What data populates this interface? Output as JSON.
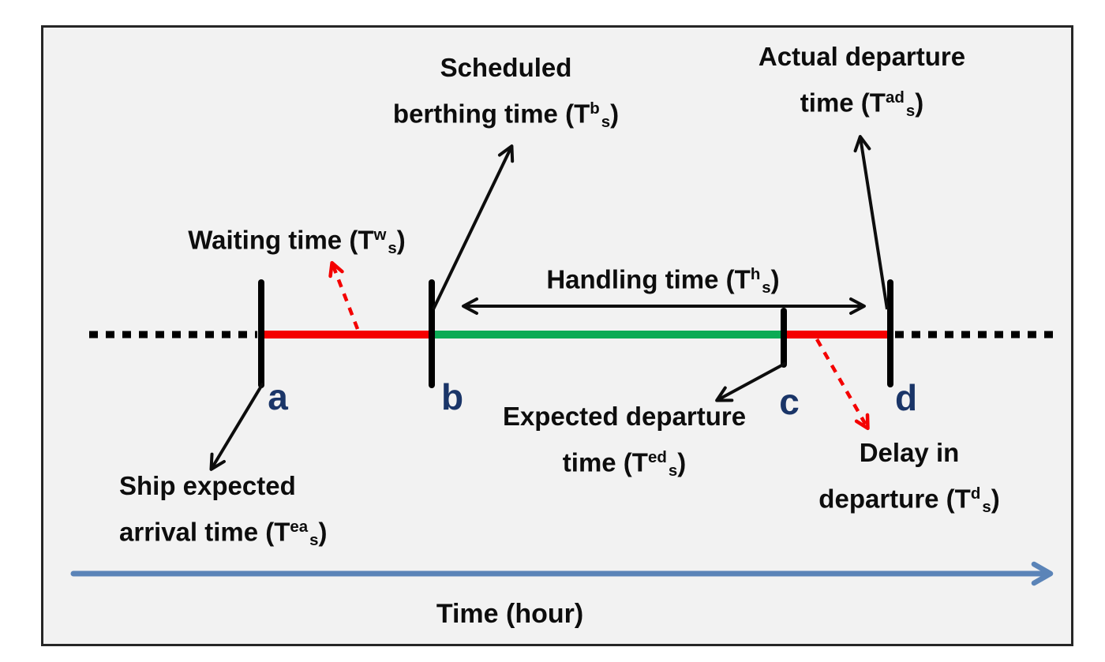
{
  "figure": {
    "type": "timeline-diagram",
    "description_labels": {
      "scheduled_berthing": {
        "line1": "Scheduled",
        "line2_pre": "berthing time (T",
        "sup": "b",
        "sub": "s",
        "close": ")"
      },
      "actual_departure": {
        "line1": "Actual departure",
        "line2_pre": "time (T",
        "sup": "ad",
        "sub": "s",
        "close": ")"
      },
      "waiting": {
        "pre": "Waiting time (T",
        "sup": "w",
        "sub": "s",
        "close": ")"
      },
      "handling": {
        "pre": "Handling time (T",
        "sup": "h",
        "sub": "s",
        "close": ")"
      },
      "expected_departure": {
        "line1": "Expected departure",
        "line2_pre": "time (T",
        "sup": "ed",
        "sub": "s",
        "close": ")"
      },
      "delay_departure": {
        "line1": "Delay in",
        "line2_pre": "departure (T",
        "sup": "d",
        "sub": "s",
        "close": ")"
      },
      "ship_arrival": {
        "line1": "Ship expected",
        "line2_pre": "arrival time (T",
        "sup": "ea",
        "sub": "s",
        "close": ")"
      },
      "time_axis": "Time (hour)"
    },
    "timeline_markers": [
      {
        "id": "a",
        "label": "a",
        "meaning": "Ship expected arrival time"
      },
      {
        "id": "b",
        "label": "b",
        "meaning": "Scheduled berthing time"
      },
      {
        "id": "c",
        "label": "c",
        "meaning": "Expected departure time"
      },
      {
        "id": "d",
        "label": "d",
        "meaning": "Actual departure time"
      }
    ],
    "segments": [
      {
        "from": "a",
        "to": "b",
        "name": "waiting time",
        "color": "#f40000"
      },
      {
        "from": "b",
        "to": "c",
        "name": "handling time",
        "color": "#0cab55"
      },
      {
        "from": "c",
        "to": "d",
        "name": "delay in departure",
        "color": "#f40000"
      }
    ],
    "colors": {
      "panel_background": "#f2f2f2",
      "panel_border": "#262626",
      "timeline_dashed": "#000000",
      "segment_red": "#f40000",
      "segment_green": "#0cab55",
      "marker_letter": "#1a3568",
      "annotation_black": "#0d0d0d",
      "annotation_red_dashed": "#f40000",
      "time_axis_arrow": "#5b84b8"
    }
  }
}
